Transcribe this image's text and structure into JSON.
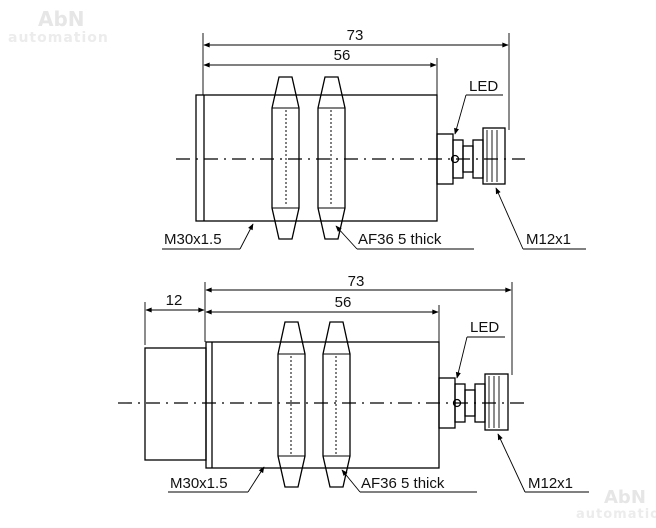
{
  "watermark": {
    "logo_top": "AbN",
    "sub_top": "automation",
    "logo_bottom": "AbN",
    "sub_bottom": "automation"
  },
  "top_view": {
    "overall_length": "73",
    "body_length": "56",
    "led_label": "LED",
    "thread_label": "M30x1.5",
    "nut_label": "AF36  5 thick",
    "connector_label": "M12x1"
  },
  "bottom_view": {
    "overall_length": "73",
    "body_length": "56",
    "cap_length": "12",
    "led_label": "LED",
    "thread_label": "M30x1.5",
    "nut_label": "AF36  5 thick",
    "connector_label": "M12x1"
  }
}
